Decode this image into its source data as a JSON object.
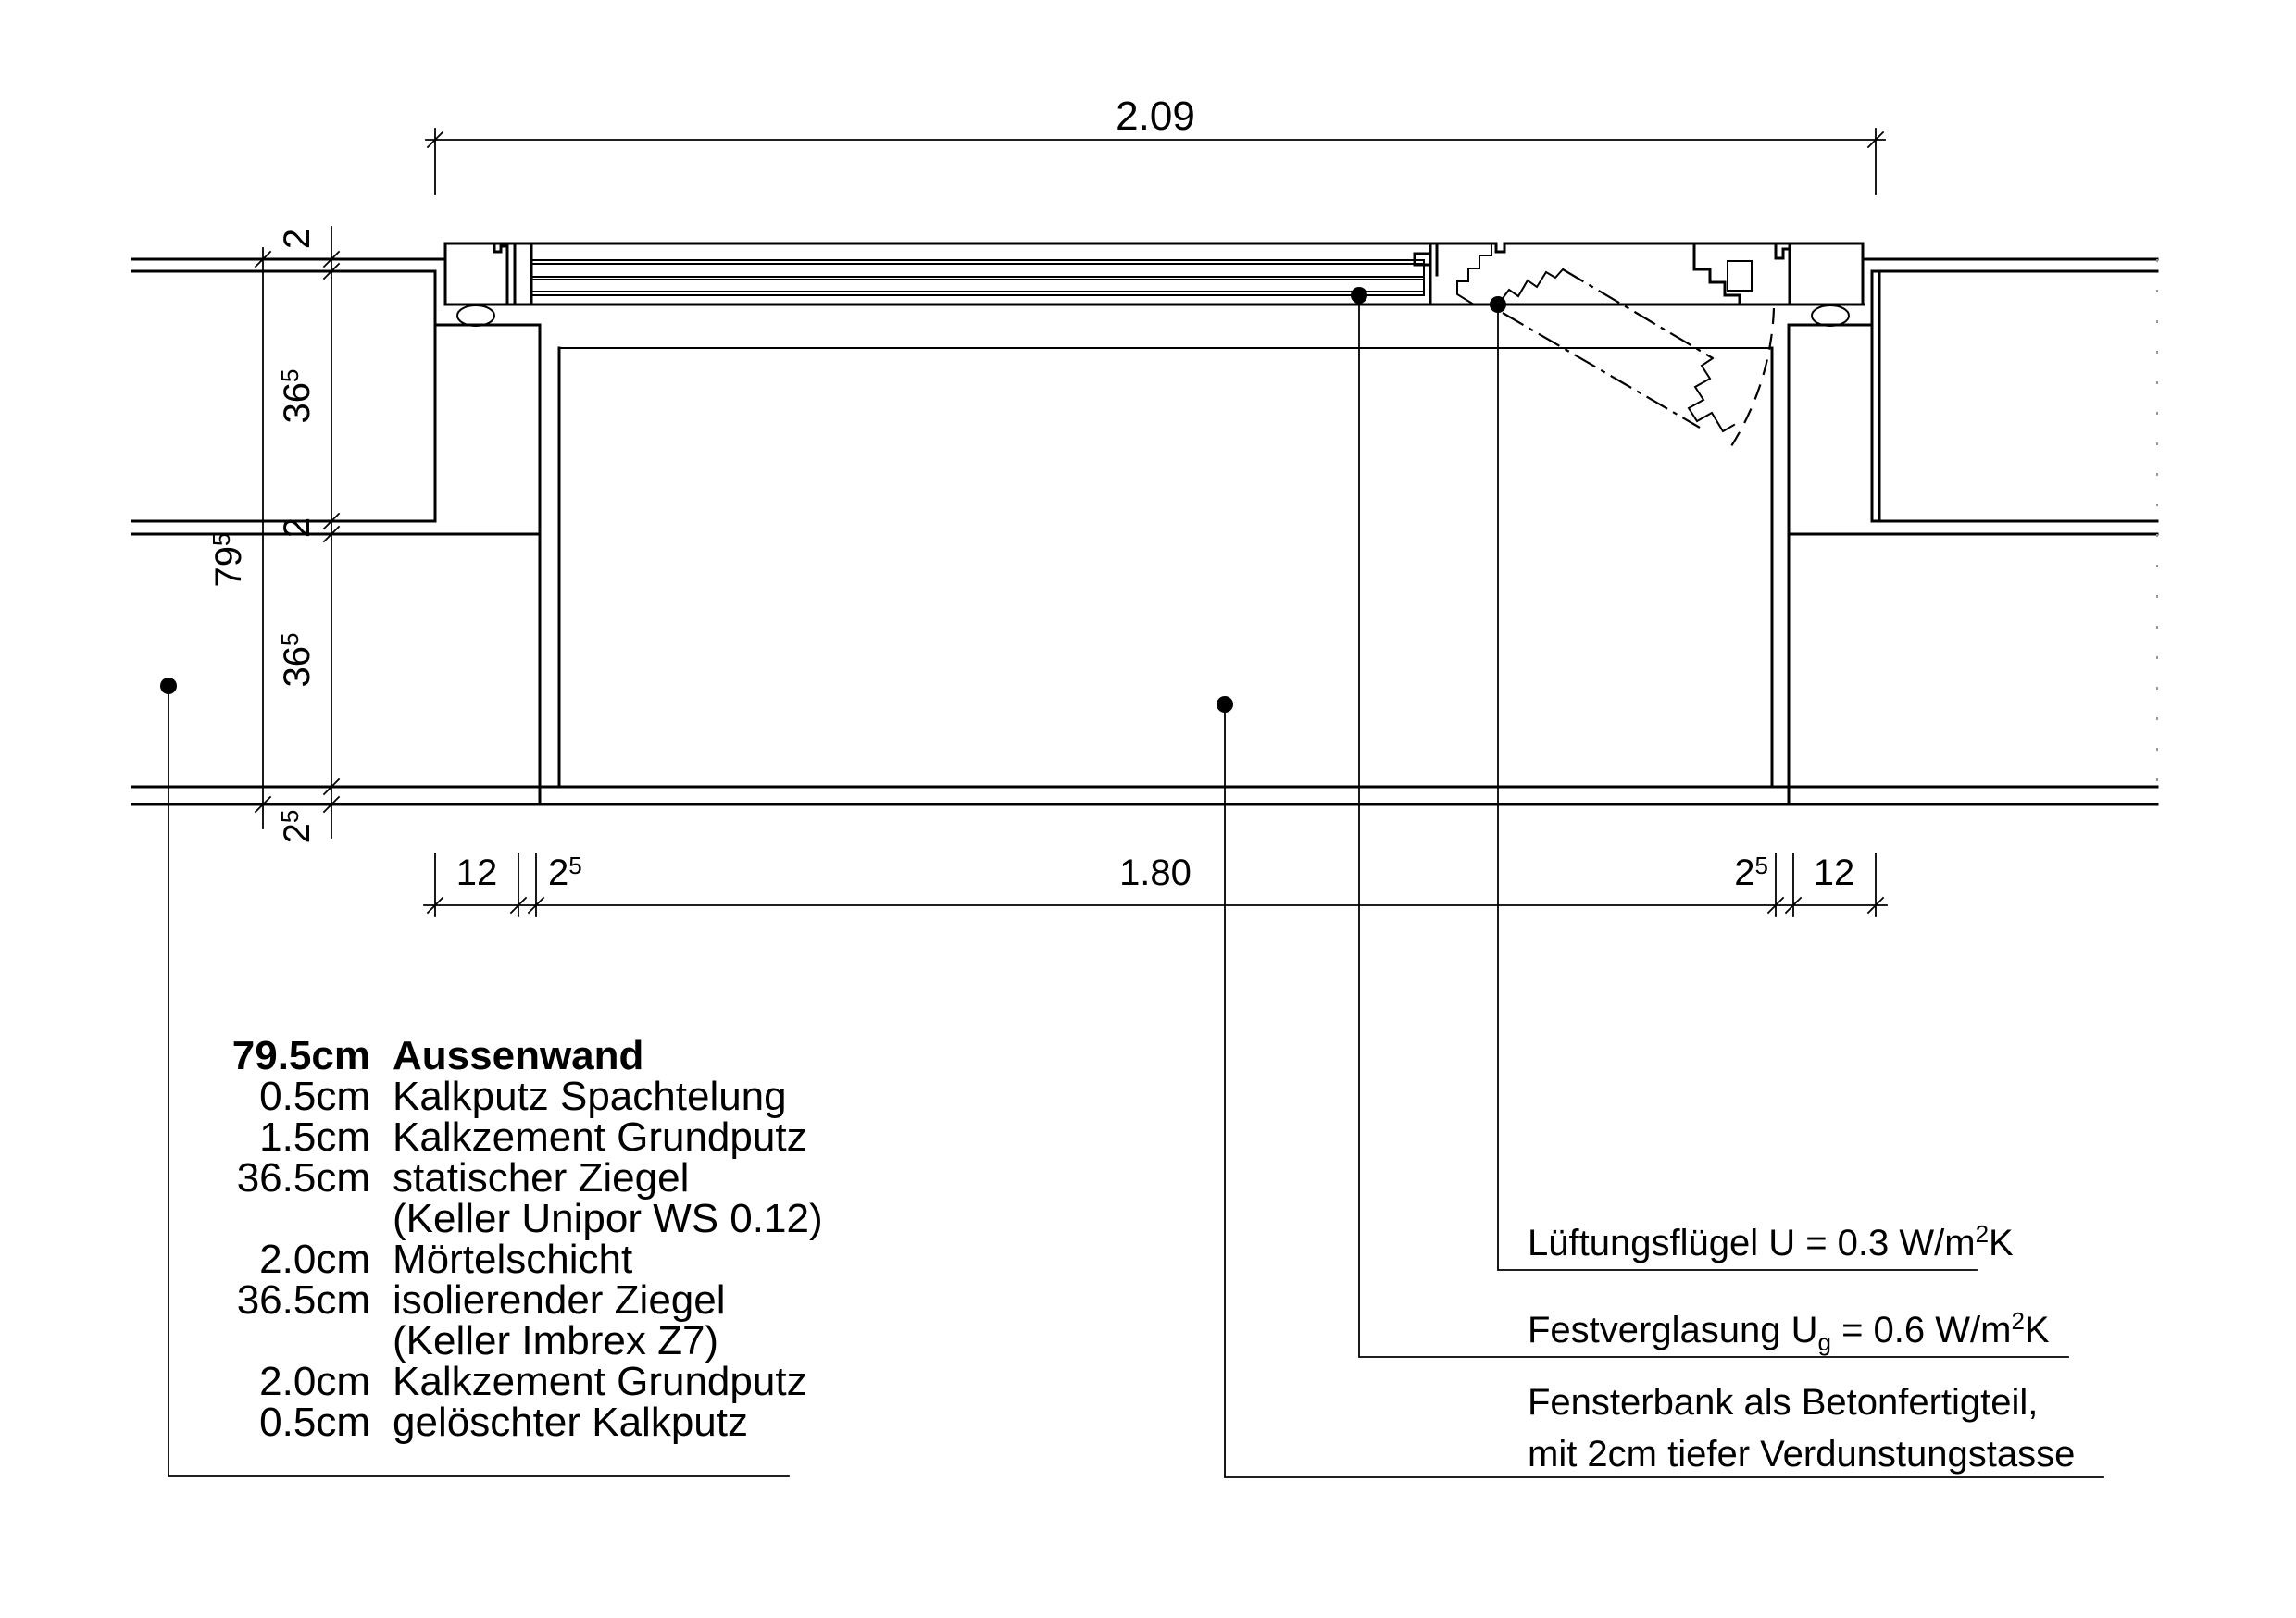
{
  "colors": {
    "line": "#000000",
    "background": "#ffffff"
  },
  "dim_top": {
    "label": "2.09"
  },
  "dim_left": {
    "overall": {
      "base": "79",
      "sup": "5"
    },
    "segments": [
      {
        "base": "2",
        "sup": ""
      },
      {
        "base": "36",
        "sup": "5"
      },
      {
        "base": "2",
        "sup": ""
      },
      {
        "base": "36",
        "sup": "5"
      },
      {
        "base": "2",
        "sup": "5"
      }
    ]
  },
  "dim_bottom": {
    "segments": [
      {
        "base": "12",
        "sup": ""
      },
      {
        "base": "2",
        "sup": "5"
      },
      {
        "base": "1.80",
        "sup": ""
      },
      {
        "base": "2",
        "sup": "5"
      },
      {
        "base": "12",
        "sup": ""
      }
    ]
  },
  "wall_legend": {
    "rows": [
      {
        "qty": "79.5cm",
        "desc": "Aussenwand"
      },
      {
        "qty": "0.5cm",
        "desc": "Kalkputz Spachtelung"
      },
      {
        "qty": "1.5cm",
        "desc": "Kalkzement Grundputz"
      },
      {
        "qty": "36.5cm",
        "desc": "statischer Ziegel"
      },
      {
        "qty": "",
        "desc": "(Keller Unipor WS 0.12)"
      },
      {
        "qty": "2.0cm",
        "desc": "Mörtelschicht"
      },
      {
        "qty": "36.5cm",
        "desc": "isolierender Ziegel"
      },
      {
        "qty": "",
        "desc": "(Keller Imbrex Z7)"
      },
      {
        "qty": "2.0cm",
        "desc": "Kalkzement Grundputz"
      },
      {
        "qty": "0.5cm",
        "desc": "gelöschter Kalkputz"
      }
    ]
  },
  "annotations": {
    "lueftungsfluegel": {
      "pre": "Lüftungsflügel U = 0.3 W/m",
      "sup": "2",
      "post": "K"
    },
    "festverglasung": {
      "pre": "Festverglasung U",
      "sub": "g",
      "mid": " = 0.6 W/m",
      "sup": "2",
      "post": "K"
    },
    "fensterbank_line1": "Fensterbank als Betonfertigteil,",
    "fensterbank_line2": "mit 2cm tiefer Verdunstungstasse"
  }
}
